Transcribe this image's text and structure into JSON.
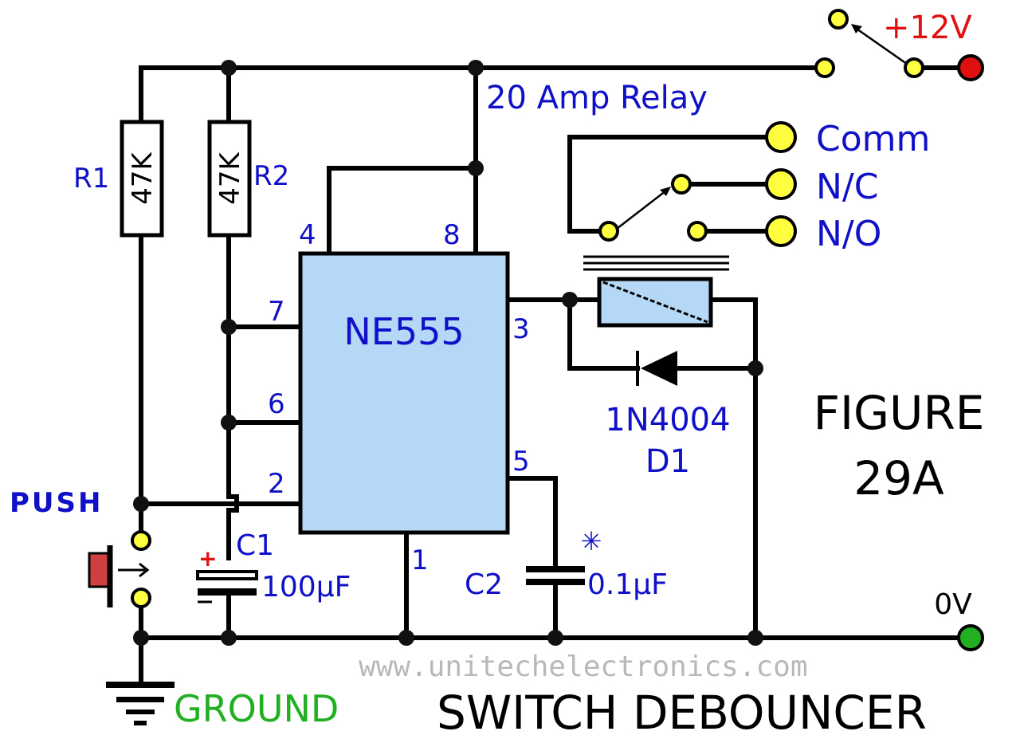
{
  "diagram": {
    "title": "SWITCH DEBOUNCER",
    "figure_label_line1": "FIGURE",
    "figure_label_line2": "29A",
    "watermark": "www.unitechelectronics.com",
    "ic": {
      "name": "NE555",
      "pins": {
        "p1": "1",
        "p2": "2",
        "p3": "3",
        "p4": "4",
        "p5": "5",
        "p6": "6",
        "p7": "7",
        "p8": "8"
      }
    },
    "resistors": [
      {
        "ref": "R1",
        "value": "47K"
      },
      {
        "ref": "R2",
        "value": "47K"
      }
    ],
    "capacitors": [
      {
        "ref": "C1",
        "value": "100µF",
        "polarity_mark": "+"
      },
      {
        "ref": "C2",
        "value": "0.1µF",
        "note_mark": "✳"
      }
    ],
    "diode": {
      "part": "1N4004",
      "ref": "D1"
    },
    "relay": {
      "label": "20 Amp Relay",
      "contacts": [
        "Comm",
        "N/C",
        "N/O"
      ]
    },
    "push_label": "PUSH",
    "ground_label": "GROUND",
    "supply_label": "+12V",
    "zero_volt_label": "0V",
    "colors": {
      "wire": "#000000",
      "label_blue": "#1010c8",
      "ic_fill": "#b4d8f5",
      "terminal_yellow": "#ffff40",
      "supply_red": "#e01010",
      "ground_green": "#22b022"
    }
  }
}
